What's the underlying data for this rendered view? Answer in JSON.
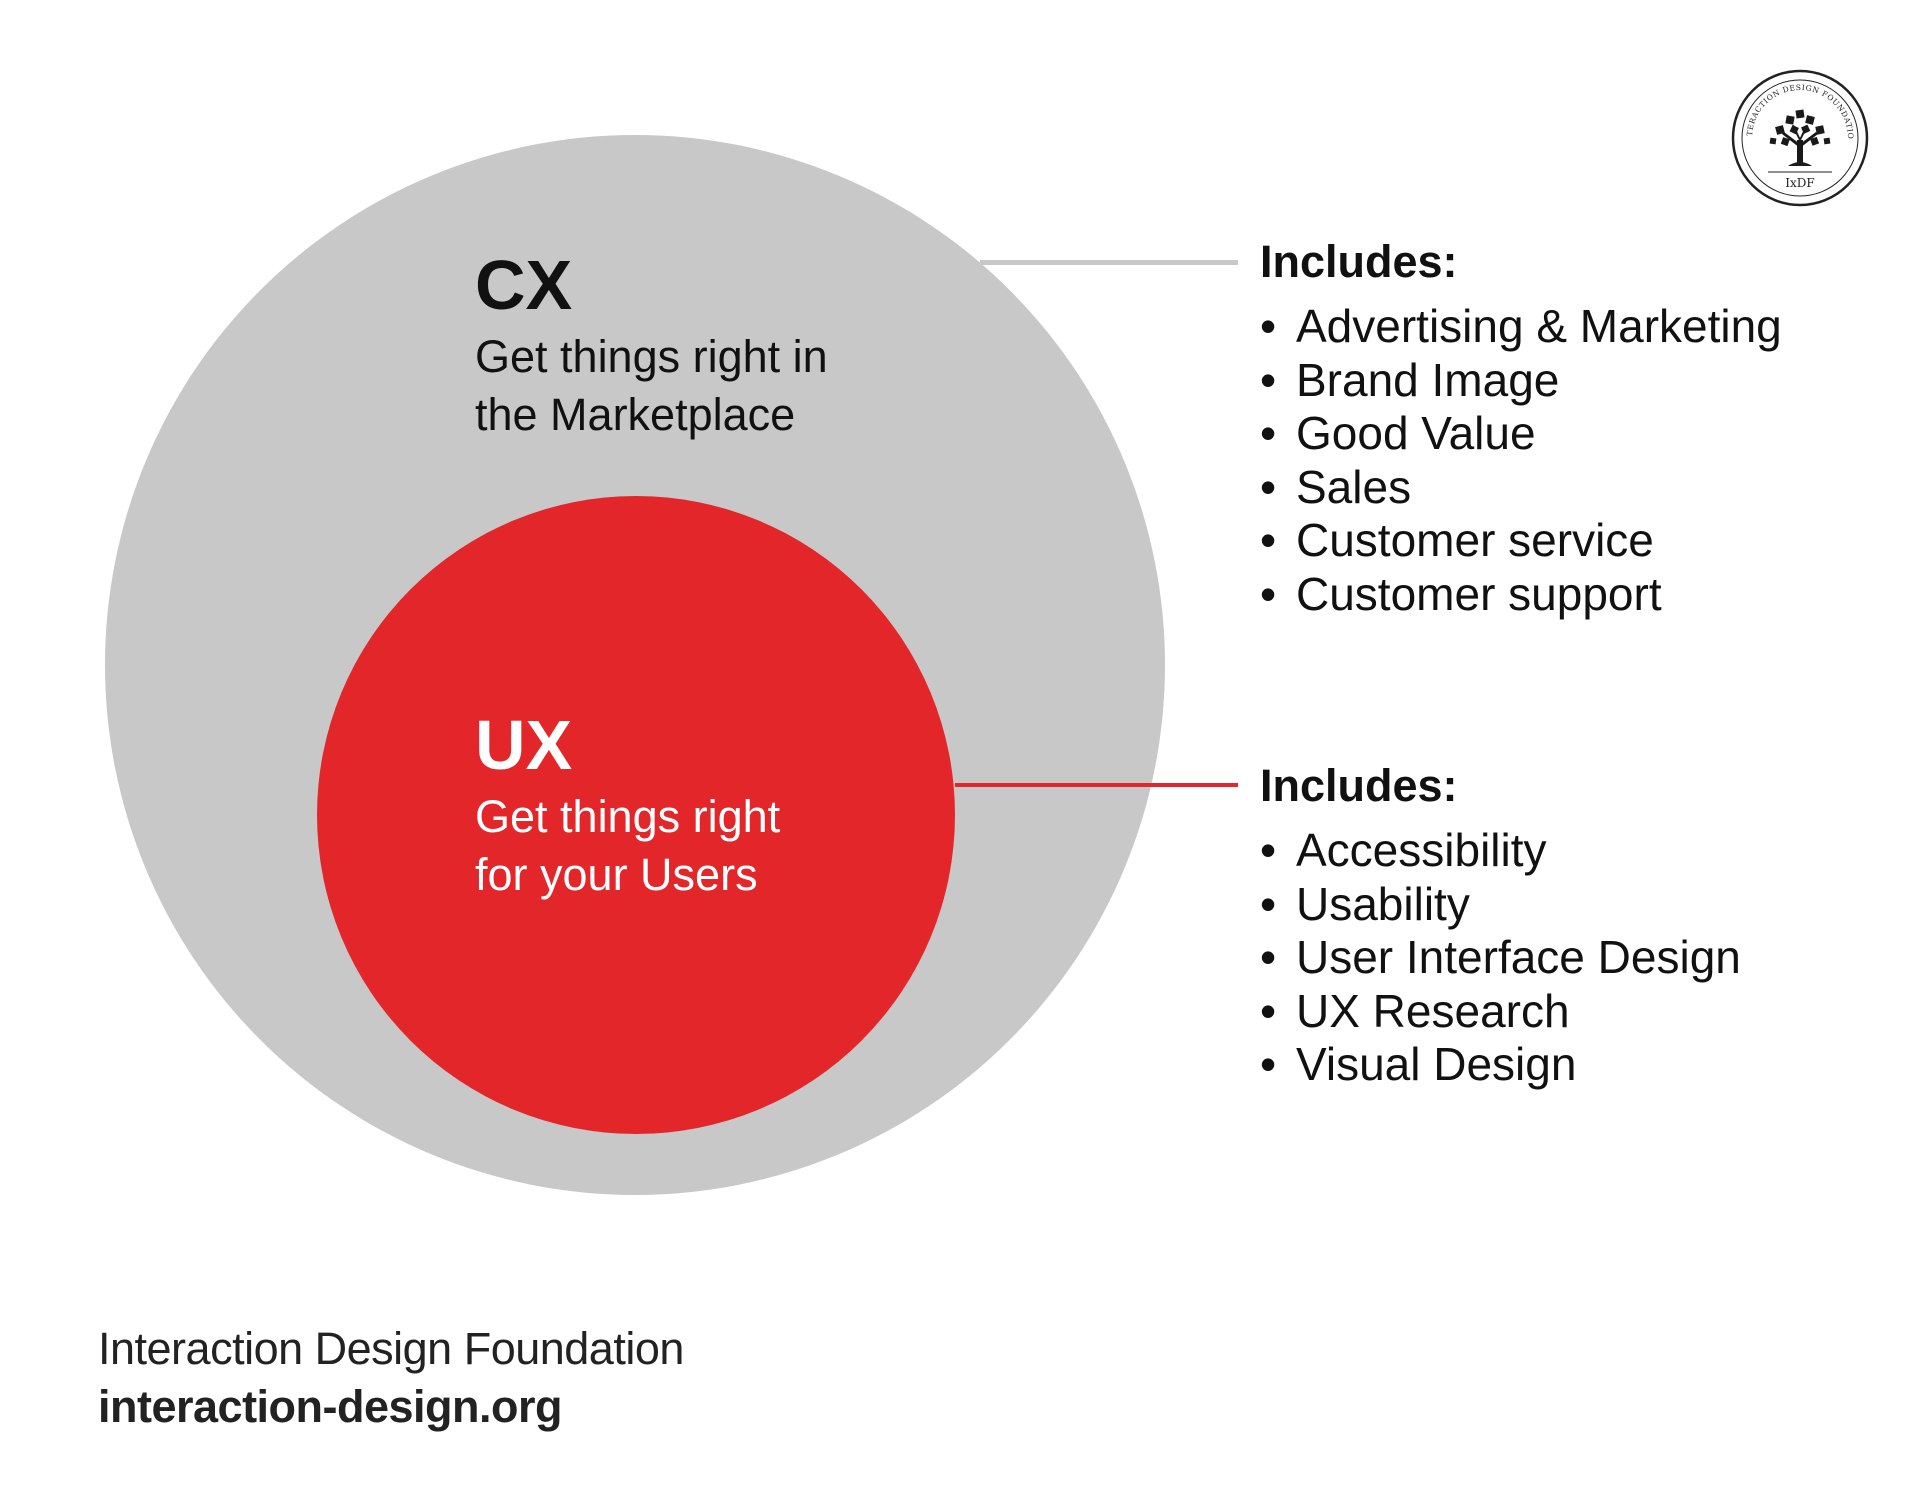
{
  "colors": {
    "cx_circle": "#c8c8c8",
    "ux_circle": "#e3262a",
    "text_dark": "#111111",
    "text_light": "#ffffff"
  },
  "cx": {
    "heading": "CX",
    "desc_line1": "Get things right in",
    "desc_line2": "the Marketplace",
    "includes_title": "Includes:",
    "items": [
      "Advertising & Marketing",
      "Brand Image",
      "Good Value",
      "Sales",
      "Customer service",
      "Customer support"
    ]
  },
  "ux": {
    "heading": "UX",
    "desc_line1": "Get things right",
    "desc_line2": "for your Users",
    "includes_title": "Includes:",
    "items": [
      "Accessibility",
      "Usability",
      "User Interface Design",
      "UX Research",
      "Visual Design"
    ]
  },
  "footer": {
    "organization": "Interaction Design Foundation",
    "url": "interaction-design.org"
  },
  "logo": {
    "icon": "tree-seal-icon",
    "ring_text": "INTERACTION DESIGN FOUNDATION",
    "abbreviation": "IxDF"
  }
}
